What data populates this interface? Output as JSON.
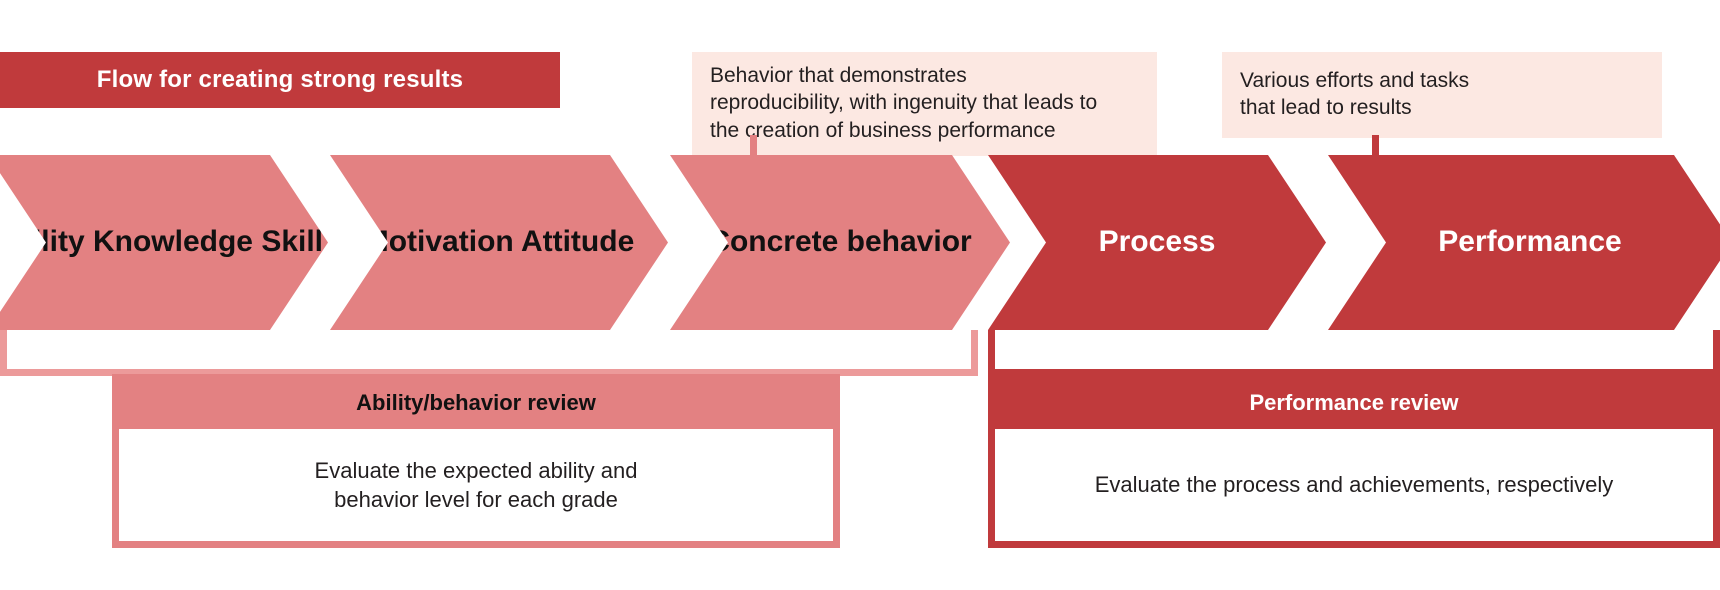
{
  "colors": {
    "dark_red": "#c03a3c",
    "light_red": "#e38182",
    "bracket_light": "#ec9a9a",
    "callout_bg": "#fce8e2",
    "white": "#ffffff",
    "text_dark": "#231f20"
  },
  "title": {
    "label": "Flow for creating strong results"
  },
  "callouts": [
    {
      "id": "behavior",
      "text": "Behavior that demonstrates\nreproducibility, with ingenuity that leads to\nthe creation of business performance"
    },
    {
      "id": "efforts",
      "text": "Various efforts and tasks\nthat lead to results"
    }
  ],
  "chevrons": [
    {
      "id": "ability",
      "tone": "light",
      "label": "Ability\nKnowledge\nSkill"
    },
    {
      "id": "motivation",
      "tone": "light",
      "label": "Motivation\nAttitude"
    },
    {
      "id": "concrete",
      "tone": "light",
      "label": "Concrete\nbehavior"
    },
    {
      "id": "process",
      "tone": "dark",
      "label": "Process"
    },
    {
      "id": "performance",
      "tone": "dark",
      "label": "Performance"
    }
  ],
  "reviews": [
    {
      "id": "ability-behavior-review",
      "title": "Ability/behavior review",
      "description": "Evaluate the expected ability and\nbehavior level for each grade"
    },
    {
      "id": "performance-review",
      "title": "Performance review",
      "description": "Evaluate the process and achievements, respectively"
    }
  ]
}
